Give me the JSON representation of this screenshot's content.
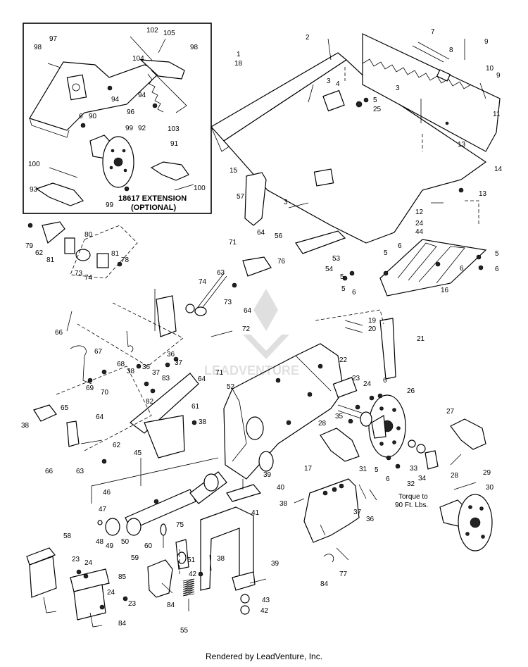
{
  "inset": {
    "caption_line1": "18617 EXTENSION",
    "caption_line2": "(OPTIONAL)",
    "callouts": [
      "102",
      "105",
      "97",
      "98",
      "104",
      "98",
      "94",
      "94",
      "6",
      "90",
      "96",
      "103",
      "99",
      "92",
      "91",
      "100",
      "100",
      "93",
      "99"
    ]
  },
  "torque_note": {
    "line1": "Torque to",
    "line2": "90 Ft. Lbs."
  },
  "watermark": "LEADVENTURE",
  "footer": "Rendered by LeadVenture, Inc.",
  "callouts": [
    "2",
    "7",
    "8",
    "9",
    "1",
    "18",
    "10",
    "9",
    "3",
    "4",
    "5",
    "25",
    "3",
    "11",
    "13",
    "14",
    "15",
    "13",
    "57",
    "3",
    "12",
    "24",
    "44",
    "64",
    "56",
    "71",
    "53",
    "54",
    "5",
    "6",
    "5",
    "5",
    "6",
    "5",
    "6",
    "16",
    "79",
    "62",
    "80",
    "81",
    "81",
    "73",
    "74",
    "78",
    "63",
    "74",
    "73",
    "76",
    "66",
    "64",
    "72",
    "19",
    "20",
    "21",
    "67",
    "68",
    "38",
    "36",
    "37",
    "36",
    "83",
    "70",
    "69",
    "71",
    "64",
    "22",
    "23",
    "24",
    "6",
    "52",
    "26",
    "65",
    "38",
    "82",
    "61",
    "38",
    "28",
    "35",
    "27",
    "64",
    "62",
    "66",
    "63",
    "31",
    "5",
    "6",
    "33",
    "34",
    "32",
    "28",
    "29",
    "30",
    "45",
    "39",
    "40",
    "38",
    "17",
    "37",
    "36",
    "46",
    "47",
    "48",
    "49",
    "50",
    "60",
    "41",
    "75",
    "58",
    "59",
    "38",
    "51",
    "39",
    "23",
    "24",
    "85",
    "42",
    "24",
    "23",
    "84",
    "84",
    "55",
    "43",
    "42",
    "77",
    "84"
  ]
}
